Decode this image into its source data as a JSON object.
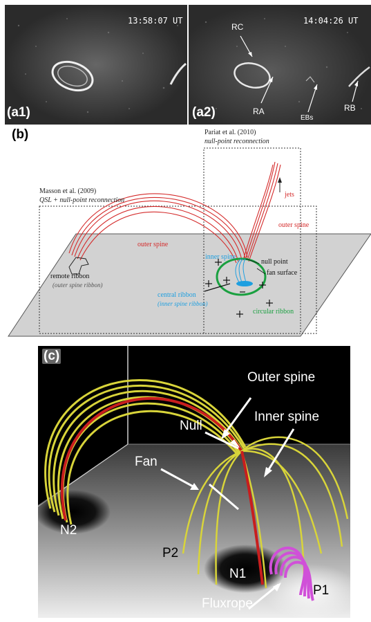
{
  "panel_a1": {
    "tag": "(a1)",
    "time": "13:58:07 UT"
  },
  "panel_a2": {
    "tag": "(a2)",
    "time": "14:04:26 UT",
    "labels": {
      "rc": "RC",
      "ra": "RA",
      "ebs": "EBs",
      "rb": "RB"
    }
  },
  "panel_b": {
    "tag": "(b)",
    "pariat_title": "Pariat et al. (2010)",
    "pariat_sub": "null-point reconnection",
    "masson_title": "Masson et al. (2009)",
    "masson_sub": "QSL + null-point reconnection",
    "jets": "jets",
    "outer_spine_right": "outer spine",
    "outer_spine_left": "outer spine",
    "inner_spine": "inner spine",
    "null_point": "null point",
    "fan_surface": "fan surface",
    "remote_ribbon": "remote ribbon",
    "remote_ribbon_sub": "(outer spine ribbon)",
    "central_ribbon": "central ribbon",
    "central_ribbon_sub": "(inner spine ribbon)",
    "circular_ribbon": "circular ribbon",
    "colors": {
      "red": "#d42a2a",
      "blue": "#1e9fe0",
      "green": "#1aa040"
    }
  },
  "panel_c": {
    "tag": "(c)",
    "outer_spine": "Outer spine",
    "inner_spine": "Inner spine",
    "null": "Null",
    "fan": "Fan",
    "n2": "N2",
    "p2": "P2",
    "n1": "N1",
    "p1": "P1",
    "fluxrope": "Fluxrope",
    "colors": {
      "fieldlines": "#d8d43a",
      "spine": "#c81e1e",
      "fluxrope": "#d050d8"
    }
  }
}
